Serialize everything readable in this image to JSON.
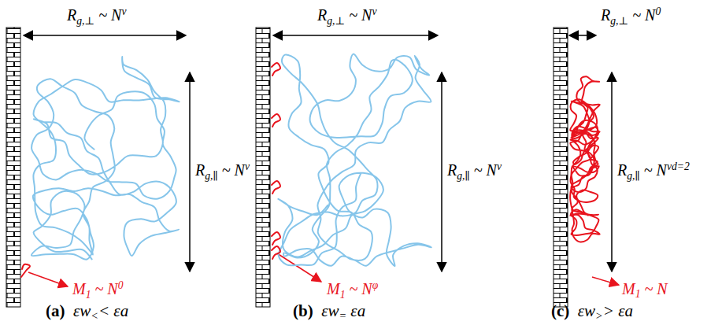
{
  "diagram": {
    "labels": [
      "Rg,⊥ ~ Nν",
      "Rg,∥ ~ Nν",
      "M1 ~ N0",
      "(a)  εw<< εa",
      "Rg,⊥ ~ Nν",
      "Rg,∥ ~ Nν",
      "M1 ~ Nφ",
      "(b)  εw= εa",
      "Rg,⊥ ~ N0",
      "Rg,∥ ~ Nνd=2",
      "M1 ~ N",
      "(c)  εw>> εa"
    ]
  }
}
